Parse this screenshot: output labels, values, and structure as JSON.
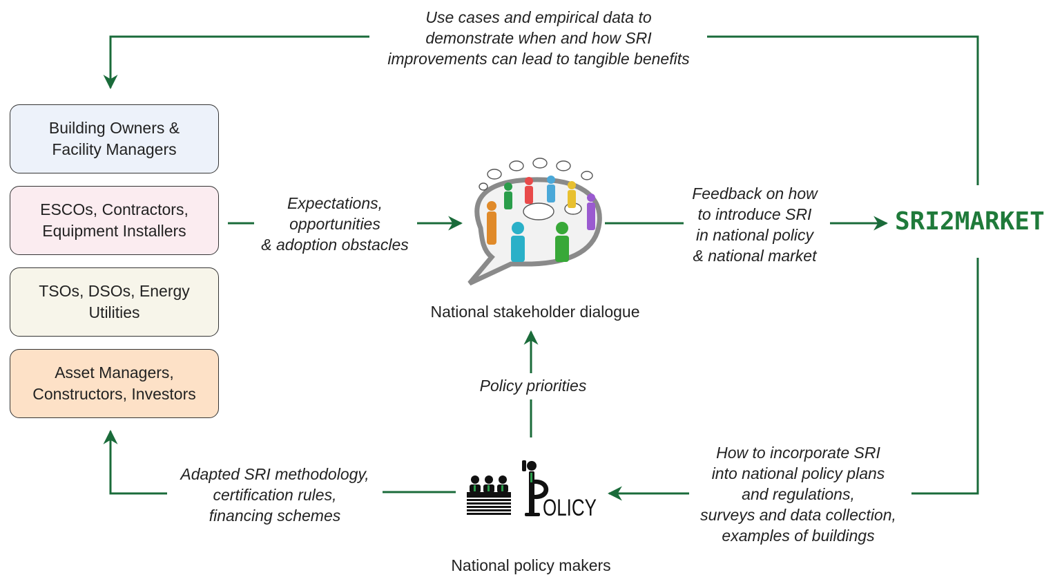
{
  "colors": {
    "arrow": "#1a6b3a",
    "brand": "#1f7a3a",
    "box_owners": "#edf2fa",
    "box_escos": "#fbecf0",
    "box_tsos": "#f7f5ea",
    "box_assets": "#fde1c7"
  },
  "boxes": [
    {
      "text": "Building Owners &\nFacility Managers"
    },
    {
      "text": "ESCOs, Contractors,\nEquipment Installers"
    },
    {
      "text": "TSOs, DSOs, Energy\nUtilities"
    },
    {
      "text": "Asset Managers,\nConstructors, Investors"
    }
  ],
  "labels": {
    "top": "Use cases and empirical data to\ndemonstrate when and how SRI\nimprovements can lead to tangible benefits",
    "expectations": "Expectations,\nopportunities\n& adoption obstacles",
    "feedback": "Feedback on how\nto introduce SRI\nin national policy\n& national market",
    "policy_priorities": "Policy priorities",
    "adapted": "Adapted SRI methodology,\ncertification rules,\nfinancing schemes",
    "incorporate": "How to incorporate SRI\ninto national policy plans\nand regulations,\nsurveys and data collection,\nexamples of buildings"
  },
  "captions": {
    "dialogue": "National stakeholder dialogue",
    "policy_makers": "National policy makers"
  },
  "brand": "SRI2MARKET",
  "policy_sign": "OLICY",
  "icons": {
    "dialogue": "stakeholder-dialogue-speech-bubble-icon",
    "policy": "policy-makers-podium-icon"
  }
}
